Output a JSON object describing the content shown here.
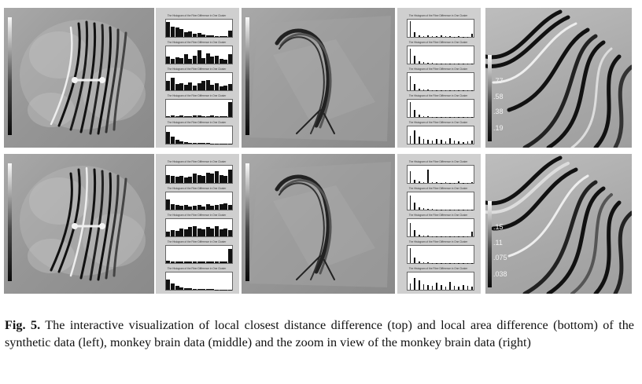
{
  "caption": {
    "label": "Fig. 5.",
    "text": "The interactive visualization of local closest distance difference (top) and local area difference (bottom) of the synthetic data (left), monkey brain data (middle) and the zoom in view of the monkey brain data (right)"
  },
  "rows": [
    {
      "name": "top",
      "zoom_ticks": [
        ".77",
        ".58",
        ".38",
        ".19"
      ],
      "histograms": [
        {
          "title": "The Histogram of the Fiber Difference in One Cluster",
          "bars": [
            0.9,
            0.6,
            0.55,
            0.5,
            0.3,
            0.35,
            0.2,
            0.25,
            0.15,
            0.1,
            0.1,
            0.05,
            0.05,
            0.03,
            0.4
          ]
        },
        {
          "title": "The Histogram of the Fiber Difference in One Cluster",
          "bars": [
            0.45,
            0.3,
            0.4,
            0.35,
            0.55,
            0.3,
            0.5,
            0.8,
            0.35,
            0.6,
            0.45,
            0.5,
            0.3,
            0.25,
            0.55
          ]
        },
        {
          "title": "The Histogram of the Fiber Difference in One Cluster",
          "bars": [
            0.55,
            0.75,
            0.4,
            0.45,
            0.35,
            0.5,
            0.3,
            0.45,
            0.55,
            0.6,
            0.35,
            0.45,
            0.25,
            0.3,
            0.4
          ]
        },
        {
          "title": "The Histogram of the Fiber Difference in One Cluster",
          "bars": [
            0.05,
            0.1,
            0.05,
            0.1,
            0.05,
            0.05,
            0.1,
            0.08,
            0.05,
            0.05,
            0.1,
            0.05,
            0.05,
            0.05,
            0.9
          ]
        },
        {
          "title": "The Histogram of the Fiber Difference in One Cluster",
          "bars": [
            0.7,
            0.45,
            0.25,
            0.15,
            0.1,
            0.05,
            0.05,
            0.05,
            0.03,
            0.03,
            0.02,
            0.02,
            0.02,
            0.02,
            0.02
          ]
        }
      ],
      "histograms_mid": [
        {
          "title": "The Histogram of the Fiber Difference in One Cluster",
          "spikes": [
            0.95,
            0.3,
            0.1,
            0.05,
            0.08,
            0.05,
            0.03,
            0.1,
            0.04,
            0.03,
            0.02,
            0.03,
            0.02,
            0.02,
            0.2
          ]
        },
        {
          "title": "The Histogram of the Fiber Difference in One Cluster",
          "spikes": [
            0.9,
            0.5,
            0.15,
            0.08,
            0.04,
            0.03,
            0.02,
            0.02,
            0.02,
            0.02,
            0.02,
            0.02,
            0.02,
            0.02,
            0.02
          ]
        },
        {
          "title": "The Histogram of the Fiber Difference in One Cluster",
          "spikes": [
            0.85,
            0.4,
            0.1,
            0.05,
            0.03,
            0.02,
            0.02,
            0.02,
            0.02,
            0.02,
            0.02,
            0.02,
            0.02,
            0.02,
            0.02
          ]
        },
        {
          "title": "The Histogram of the Fiber Difference in One Cluster",
          "spikes": [
            0.9,
            0.45,
            0.12,
            0.05,
            0.03,
            0.02,
            0.02,
            0.02,
            0.02,
            0.02,
            0.02,
            0.02,
            0.02,
            0.02,
            0.02
          ]
        },
        {
          "title": "The Histogram of the Fiber Difference in One Cluster",
          "spikes": [
            0.5,
            0.8,
            0.45,
            0.3,
            0.25,
            0.2,
            0.3,
            0.22,
            0.15,
            0.35,
            0.18,
            0.12,
            0.1,
            0.15,
            0.2
          ]
        }
      ]
    },
    {
      "name": "bottom",
      "zoom_ticks": [
        ".15",
        ".11",
        ".075",
        ".038"
      ],
      "histograms": [
        {
          "title": "The Histogram of the Fiber Difference in One Cluster",
          "bars": [
            0.5,
            0.45,
            0.4,
            0.45,
            0.35,
            0.4,
            0.55,
            0.5,
            0.45,
            0.6,
            0.55,
            0.7,
            0.5,
            0.45,
            0.8
          ]
        },
        {
          "title": "The Histogram of the Fiber Difference in One Cluster",
          "bars": [
            0.6,
            0.35,
            0.3,
            0.25,
            0.3,
            0.2,
            0.25,
            0.3,
            0.2,
            0.35,
            0.25,
            0.3,
            0.35,
            0.4,
            0.3
          ]
        },
        {
          "title": "The Histogram of the Fiber Difference in One Cluster",
          "bars": [
            0.3,
            0.4,
            0.35,
            0.5,
            0.45,
            0.55,
            0.6,
            0.5,
            0.45,
            0.55,
            0.5,
            0.6,
            0.45,
            0.5,
            0.4
          ]
        },
        {
          "title": "The Histogram of the Fiber Difference in One Cluster",
          "bars": [
            0.15,
            0.1,
            0.1,
            0.08,
            0.1,
            0.1,
            0.08,
            0.1,
            0.08,
            0.1,
            0.1,
            0.08,
            0.1,
            0.08,
            0.85
          ]
        },
        {
          "title": "The Histogram of the Fiber Difference in One Cluster",
          "bars": [
            0.6,
            0.4,
            0.25,
            0.15,
            0.1,
            0.08,
            0.05,
            0.05,
            0.04,
            0.03,
            0.03,
            0.02,
            0.02,
            0.02,
            0.02
          ]
        }
      ],
      "histograms_mid": [
        {
          "title": "The Histogram of the Fiber Difference in One Cluster",
          "spikes": [
            0.7,
            0.2,
            0.1,
            0.05,
            0.8,
            0.05,
            0.03,
            0.02,
            0.05,
            0.02,
            0.02,
            0.1,
            0.02,
            0.02,
            0.05
          ]
        },
        {
          "title": "The Histogram of the Fiber Difference in One Cluster",
          "spikes": [
            0.85,
            0.45,
            0.15,
            0.08,
            0.05,
            0.03,
            0.02,
            0.02,
            0.02,
            0.02,
            0.02,
            0.02,
            0.02,
            0.02,
            0.02
          ]
        },
        {
          "title": "The Histogram of the Fiber Difference in One Cluster",
          "spikes": [
            0.8,
            0.4,
            0.1,
            0.05,
            0.03,
            0.02,
            0.02,
            0.02,
            0.02,
            0.02,
            0.02,
            0.02,
            0.02,
            0.02,
            0.3
          ]
        },
        {
          "title": "The Histogram of the Fiber Difference in One Cluster",
          "spikes": [
            0.9,
            0.35,
            0.1,
            0.04,
            0.03,
            0.02,
            0.02,
            0.02,
            0.02,
            0.02,
            0.02,
            0.02,
            0.02,
            0.02,
            0.02
          ]
        },
        {
          "title": "The Histogram of the Fiber Difference in One Cluster",
          "spikes": [
            0.4,
            0.7,
            0.55,
            0.35,
            0.3,
            0.25,
            0.45,
            0.3,
            0.2,
            0.5,
            0.25,
            0.2,
            0.3,
            0.25,
            0.2
          ]
        }
      ]
    }
  ],
  "colors": {
    "panel_bg": "#9a9a9a",
    "hist_bg": "#cfcfcf",
    "fiber_dark": "#111111",
    "fiber_light": "#e8e8e8"
  }
}
